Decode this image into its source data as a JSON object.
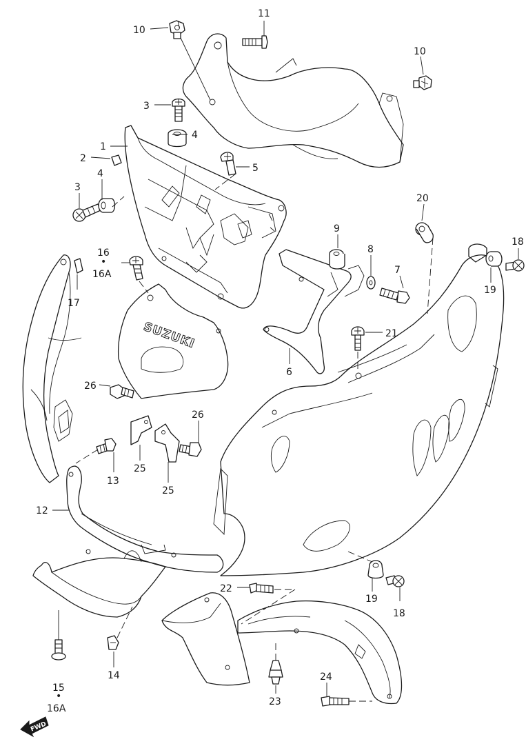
{
  "diagram": {
    "logo_text": "SUZUKI",
    "direction_label": "FWD",
    "callouts": [
      {
        "id": "c10a",
        "text": "10"
      },
      {
        "id": "c11",
        "text": "11"
      },
      {
        "id": "c10b",
        "text": "10"
      },
      {
        "id": "c3a",
        "text": "3"
      },
      {
        "id": "c4a",
        "text": "4"
      },
      {
        "id": "c1",
        "text": "1"
      },
      {
        "id": "c2",
        "text": "2"
      },
      {
        "id": "c5",
        "text": "5"
      },
      {
        "id": "c3b",
        "text": "3"
      },
      {
        "id": "c4b",
        "text": "4"
      },
      {
        "id": "c20",
        "text": "20"
      },
      {
        "id": "c9",
        "text": "9"
      },
      {
        "id": "c8",
        "text": "8"
      },
      {
        "id": "c7",
        "text": "7"
      },
      {
        "id": "c18a",
        "text": "18"
      },
      {
        "id": "c19a",
        "text": "19"
      },
      {
        "id": "c16a",
        "text": "16"
      },
      {
        "id": "c16dot_a",
        "text": "•"
      },
      {
        "id": "c16A_a",
        "text": "16A"
      },
      {
        "id": "c17",
        "text": "17"
      },
      {
        "id": "c21",
        "text": "21"
      },
      {
        "id": "c6",
        "text": "6"
      },
      {
        "id": "c26a",
        "text": "26"
      },
      {
        "id": "c26b",
        "text": "26"
      },
      {
        "id": "c13",
        "text": "13"
      },
      {
        "id": "c25a",
        "text": "25"
      },
      {
        "id": "c25b",
        "text": "25"
      },
      {
        "id": "c12",
        "text": "12"
      },
      {
        "id": "c22",
        "text": "22"
      },
      {
        "id": "c19b",
        "text": "19"
      },
      {
        "id": "c18b",
        "text": "18"
      },
      {
        "id": "c14",
        "text": "14"
      },
      {
        "id": "c15",
        "text": "15"
      },
      {
        "id": "c15dot",
        "text": "•"
      },
      {
        "id": "c16A_b",
        "text": "16A"
      },
      {
        "id": "c23",
        "text": "23"
      },
      {
        "id": "c24",
        "text": "24"
      }
    ]
  }
}
